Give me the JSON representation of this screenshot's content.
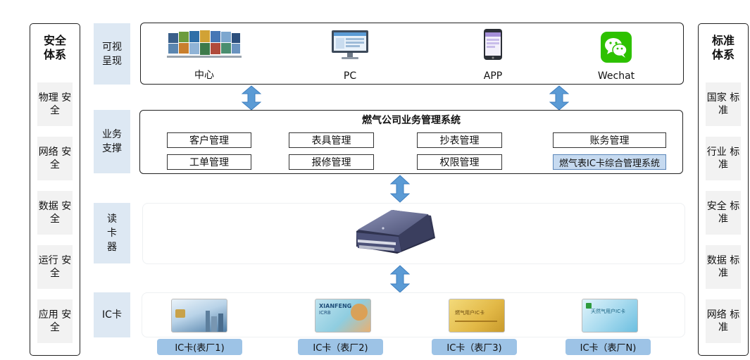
{
  "left_panel": {
    "title": "安全\n体系",
    "items": [
      "物理\n安全",
      "网络\n安全",
      "数据\n安全",
      "运行\n安全",
      "应用\n安全"
    ]
  },
  "right_panel": {
    "title": "标准\n体系",
    "items": [
      "国家\n标准",
      "行业\n标准",
      "安全\n标准",
      "数据\n标准",
      "网络\n标准"
    ]
  },
  "rows": {
    "presentation": "可视\n呈现",
    "business": "业务\n支撑",
    "reader": "读\n卡\n器",
    "ic_card": "IC卡"
  },
  "channels": [
    "中心",
    "PC",
    "APP",
    "Wechat"
  ],
  "system": {
    "title": "燃气公司业务管理系统",
    "modules_row1": [
      "客户管理",
      "表具管理",
      "抄表管理",
      "账务管理"
    ],
    "modules_row2": [
      "工单管理",
      "报修管理",
      "权限管理",
      "燃气表IC卡综合管理系统"
    ]
  },
  "cards": {
    "labels": [
      "IC卡(表厂1)",
      "IC卡（表厂2)",
      "IC卡（表厂3)",
      "IC卡（表厂N)"
    ],
    "card2_brand": "XIANFENG",
    "card2_sub": "ICRB",
    "card3_title": "燃气用户IC卡",
    "card4_title": "天然气用户IC卡"
  },
  "colors": {
    "label_bg": "#dde8f3",
    "card_tag_bg": "#9dc3e6",
    "highlight_module": "#c6daf0",
    "arrow": "#5b9bd5",
    "wechat_green": "#2dc100"
  }
}
